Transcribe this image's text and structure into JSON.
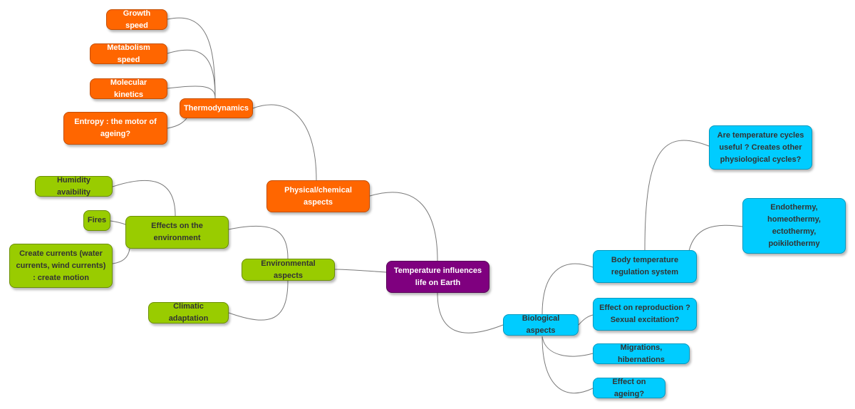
{
  "palette": {
    "physical": "#ff6600",
    "environmental": "#99cc00",
    "biological": "#00ccff",
    "central": "#7f007f"
  },
  "central": {
    "label": "Temperature influences life on Earth"
  },
  "physical": {
    "label": "Physical/chemical aspects",
    "thermodynamics": {
      "label": "Thermodynamics",
      "children": [
        "Growth speed",
        "Metabolism speed",
        "Molecular kinetics",
        "Entropy : the motor of ageing?"
      ]
    }
  },
  "environmental": {
    "label": "Environmental aspects",
    "effects": {
      "label": "Effects on the environment",
      "children": [
        "Humidity avaibility",
        "Fires",
        "Create currents (water currents, wind currents) : create motion"
      ]
    },
    "climatic": {
      "label": "Climatic adaptation"
    }
  },
  "biological": {
    "label": "Biological aspects",
    "body_temp": {
      "label": "Body temperature regulation system",
      "children": [
        "Are temperature cycles useful ? Creates other physiological cycles?",
        "Endothermy, homeothermy, ectothermy, poikilothermy"
      ]
    },
    "reproduction": {
      "label": "Effect on reproduction ? Sexual excitation?"
    },
    "migrations": {
      "label": "Migrations, hibernations"
    },
    "ageing": {
      "label": "Effect on ageing?"
    }
  }
}
